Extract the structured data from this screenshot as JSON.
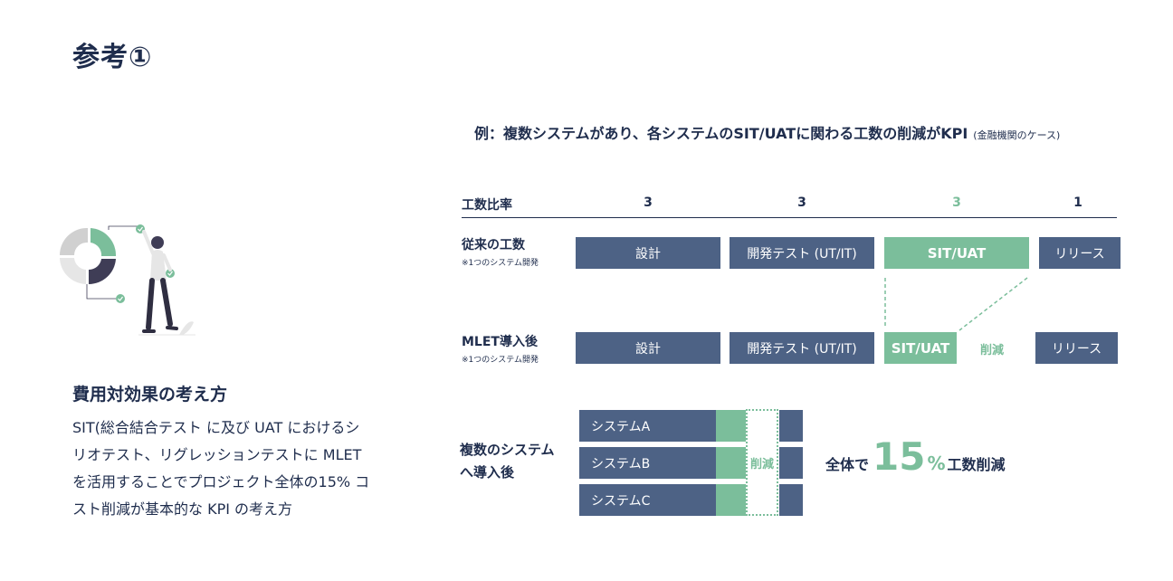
{
  "page_title": "参考①",
  "subtitle": {
    "main": "例：複数システムがあり、各システムのSIT/UATに関わる工数の削減がKPI",
    "note": "(金融機関のケース)"
  },
  "section": {
    "heading": "費用対効果の考え方",
    "body_lines": [
      "SIT(総合結合テスト に及び UAT におけるシ",
      "リオテスト、リグレッションテストに MLET",
      "を活用することでプロジェクト全体の15% コ",
      "スト削減が基本的な KPI の考え方"
    ]
  },
  "diagram": {
    "ratio_label": "工数比率",
    "ratios": [
      "3",
      "3",
      "3",
      "1"
    ],
    "colors": {
      "navy": "#4d6285",
      "green": "#7bbe9b",
      "text": "#1f2d4d"
    },
    "row_conventional": {
      "label": "従来の工数",
      "sublabel": "※1つのシステム開発",
      "phases": [
        "設計",
        "開発テスト (UT/IT)",
        "SIT/UAT",
        "リリース"
      ]
    },
    "row_mlet": {
      "label": "MLET導入後",
      "sublabel": "※1つのシステム開発",
      "phases": [
        "設計",
        "開発テスト (UT/IT)",
        "SIT/UAT",
        "リリース"
      ],
      "reduction_label": "削減"
    },
    "row_multi": {
      "label_line1": "複数のシステム",
      "label_line2": "へ導入後",
      "systems": [
        "システムA",
        "システムB",
        "システムC"
      ],
      "reduction_label": "削減"
    },
    "total": {
      "prefix": "全体で",
      "value": "15",
      "unit": "%",
      "suffix": "工数削減"
    }
  }
}
